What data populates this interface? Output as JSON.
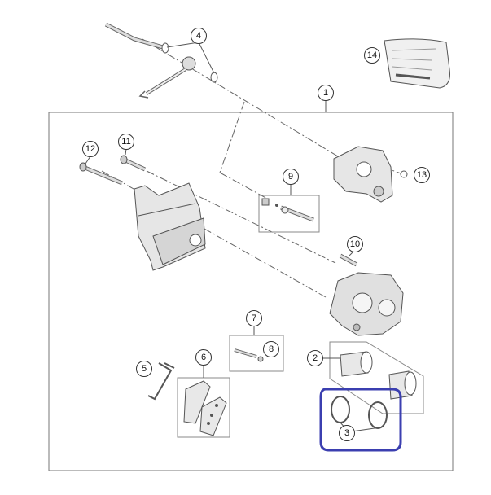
{
  "diagram": {
    "callouts": [
      {
        "id": "1",
        "label": "1"
      },
      {
        "id": "2",
        "label": "2"
      },
      {
        "id": "3",
        "label": "3"
      },
      {
        "id": "4",
        "label": "4"
      },
      {
        "id": "5",
        "label": "5"
      },
      {
        "id": "6",
        "label": "6"
      },
      {
        "id": "7",
        "label": "7"
      },
      {
        "id": "8",
        "label": "8"
      },
      {
        "id": "9",
        "label": "9"
      },
      {
        "id": "10",
        "label": "10"
      },
      {
        "id": "11",
        "label": "11"
      },
      {
        "id": "12",
        "label": "12"
      },
      {
        "id": "13",
        "label": "13"
      },
      {
        "id": "14",
        "label": "14"
      }
    ],
    "highlight_color": "#3b3fb0",
    "line_color": "#555555"
  }
}
